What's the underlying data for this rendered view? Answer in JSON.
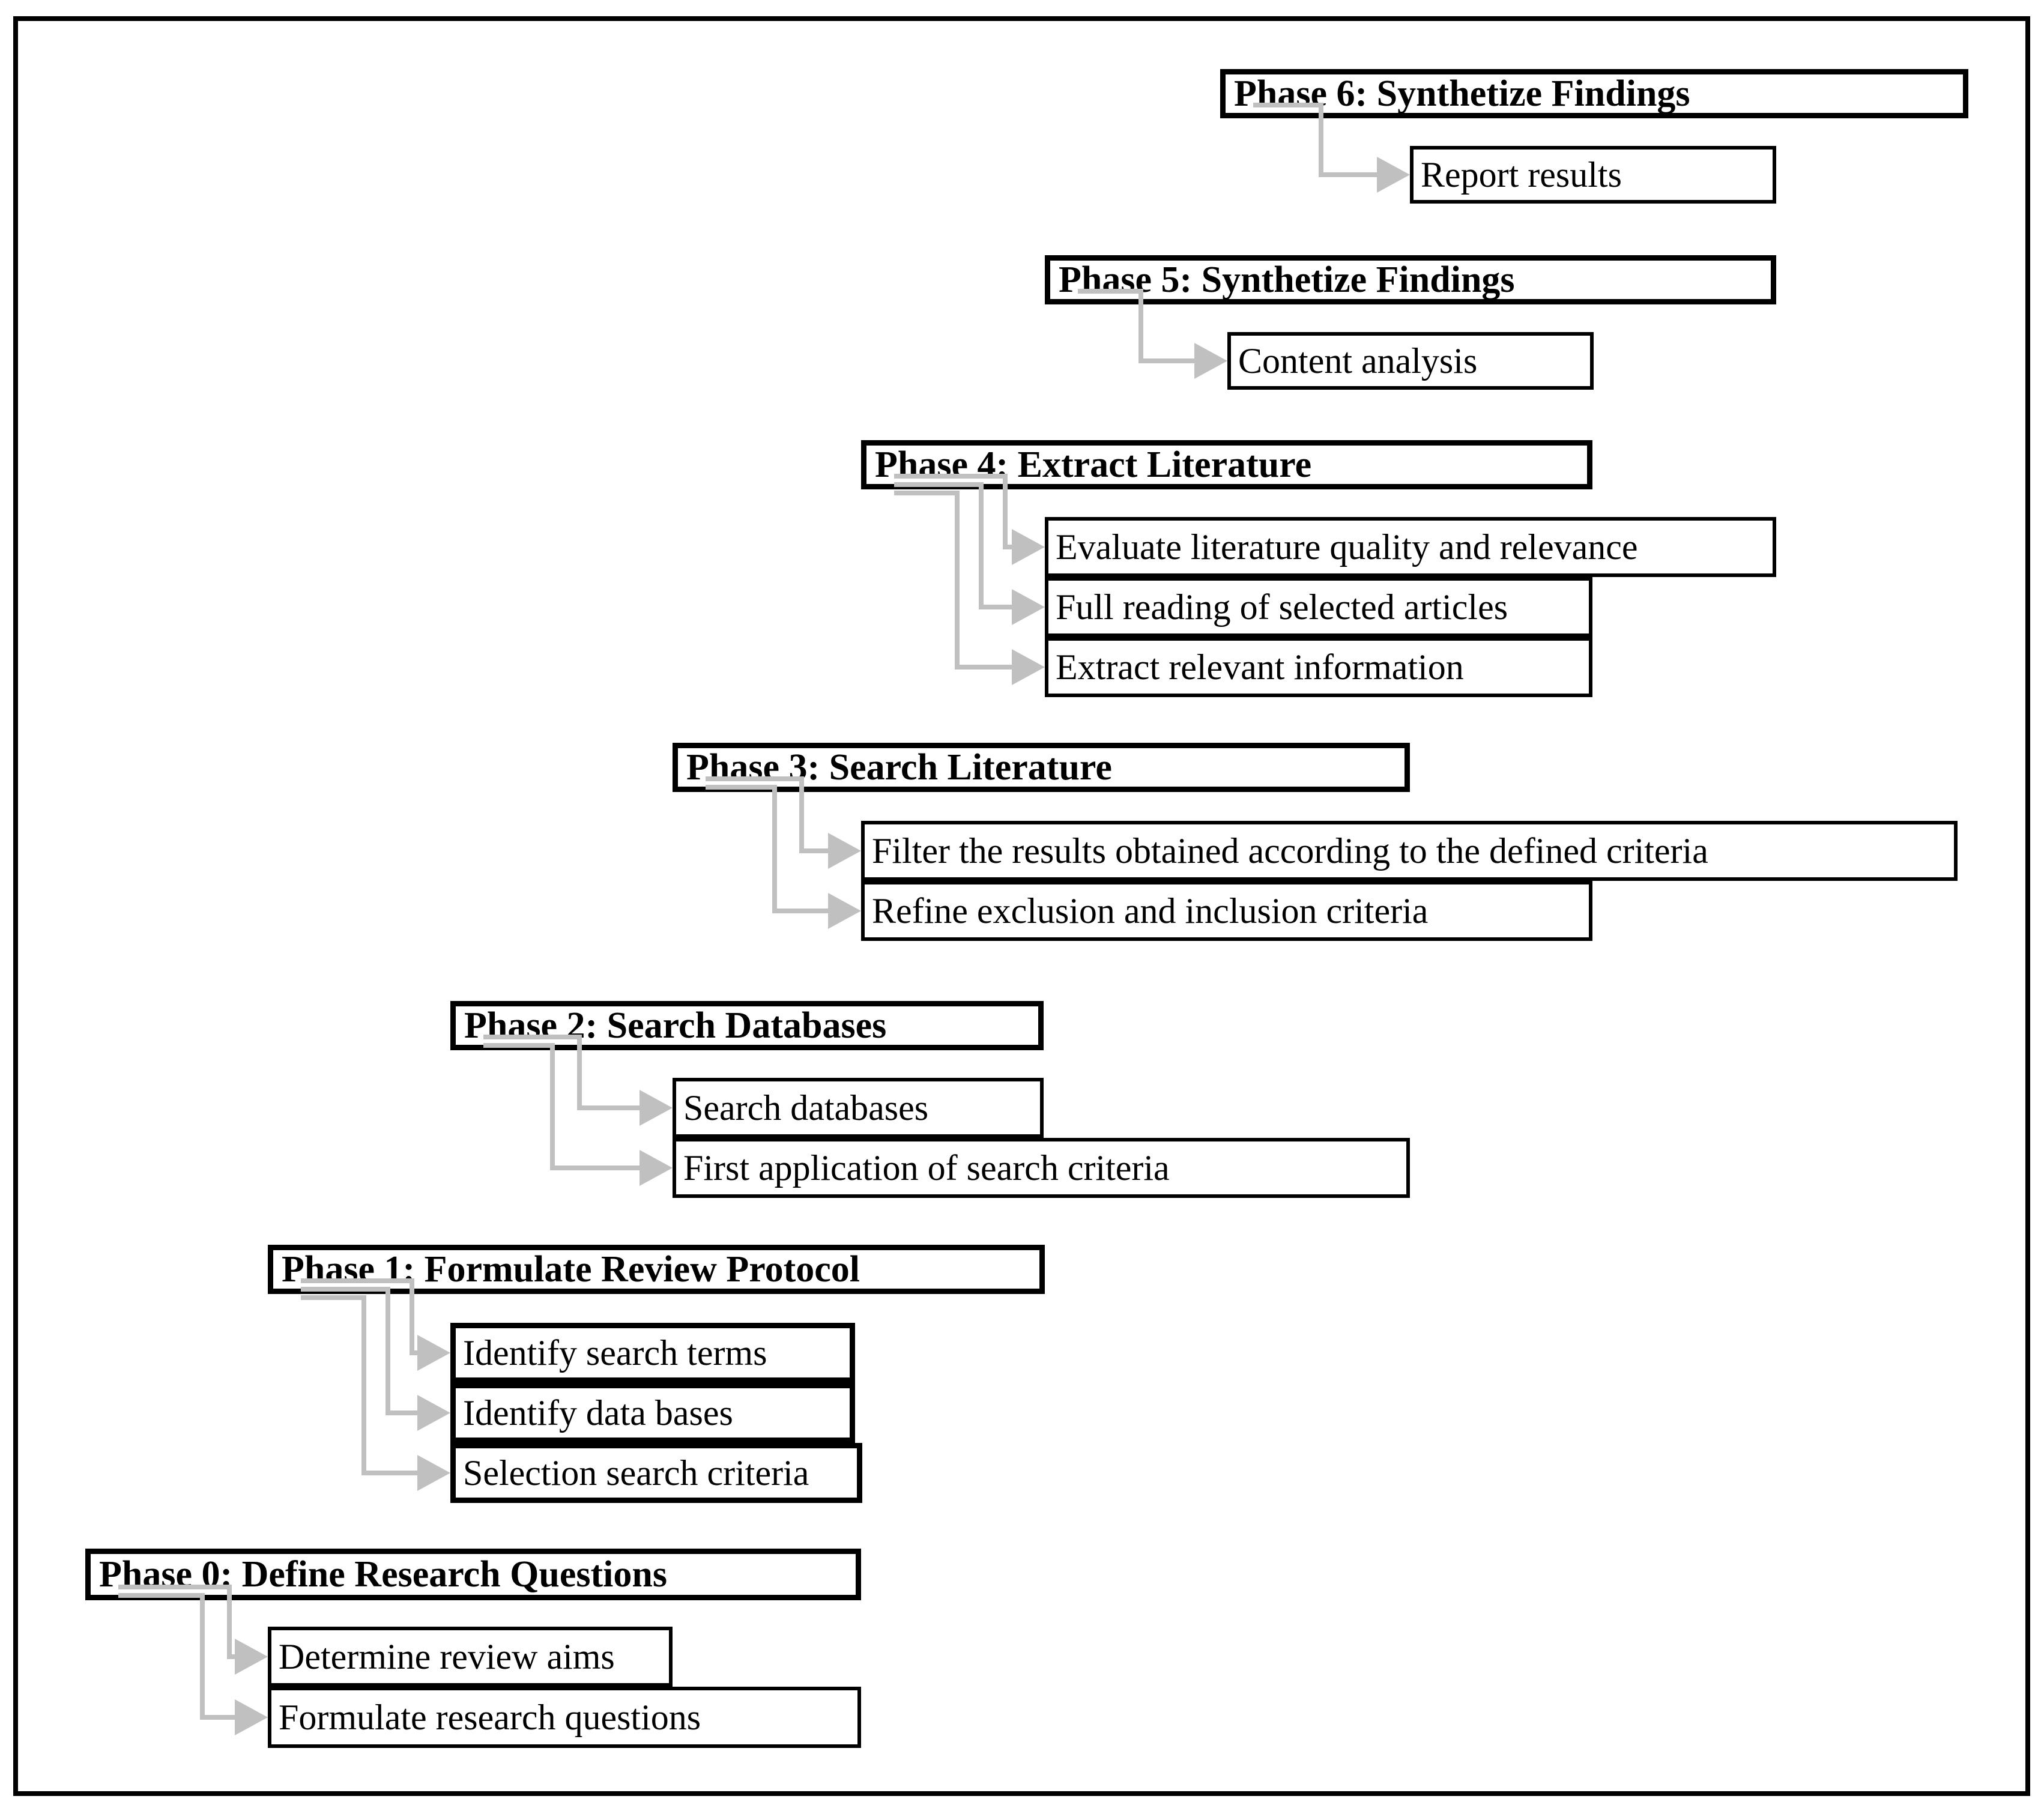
{
  "diagram": {
    "title": "Systematic literature review phases",
    "colors": {
      "border": "#000000",
      "background": "#ffffff",
      "connector": "#c0c0c0",
      "text": "#000000"
    },
    "phases": [
      {
        "label": "Phase 6: Synthetize Findings",
        "tasks": [
          "Report results"
        ]
      },
      {
        "label": "Phase 5: Synthetize Findings",
        "tasks": [
          "Content analysis"
        ]
      },
      {
        "label": "Phase 4: Extract Literature",
        "tasks": [
          "Evaluate literature quality and relevance",
          "Full reading of selected articles",
          "Extract relevant information"
        ]
      },
      {
        "label": "Phase 3: Search Literature",
        "tasks": [
          "Filter the results obtained according to the defined criteria",
          "Refine exclusion and inclusion criteria"
        ]
      },
      {
        "label": "Phase 2: Search Databases",
        "tasks": [
          "Search databases",
          "First application of search criteria"
        ]
      },
      {
        "label": "Phase 1: Formulate Review Protocol",
        "tasks": [
          "Identify search terms",
          "Identify data bases",
          "Selection search criteria"
        ]
      },
      {
        "label": "Phase 0: Define Research Questions",
        "tasks": [
          "Determine review aims",
          "Formulate research questions"
        ]
      }
    ]
  }
}
